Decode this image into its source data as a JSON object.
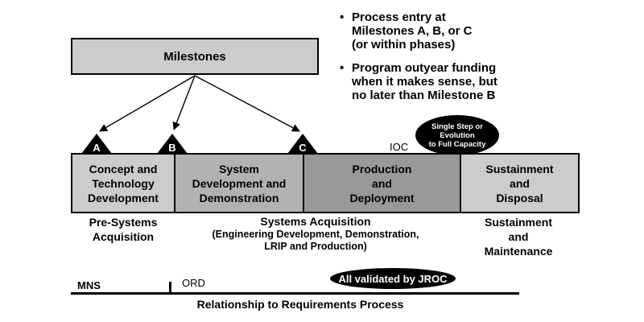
{
  "milestones": {
    "title": "Milestones"
  },
  "bullets": [
    {
      "marker": "•",
      "text": "Process entry at\nMilestones A, B, or C\n(or within phases)"
    },
    {
      "marker": "•",
      "text": "Program outyear funding\nwhen it makes sense, but\nno later than Milestone B"
    }
  ],
  "milestone_markers": [
    {
      "id": "A",
      "label": "A"
    },
    {
      "id": "B",
      "label": "B"
    },
    {
      "id": "C",
      "label": "C"
    }
  ],
  "ioc_label": "IOC",
  "capacity_note": "Single Step or\nEvolution\nto Full Capacity",
  "phases": [
    {
      "label": "Concept and\nTechnology\nDevelopment",
      "color": "#cccccc"
    },
    {
      "label": "System\nDevelopment and\nDemonstration",
      "color": "#b2b2b2"
    },
    {
      "label": "Production\nand\nDeployment",
      "color": "#999999"
    },
    {
      "label": "Sustainment\nand\nDisposal",
      "color": "#cccccc"
    }
  ],
  "groups": {
    "pre_systems": "Pre-Systems\nAcquisition",
    "systems_title": "Systems Acquisition",
    "systems_sub": "(Engineering Development, Demonstration,\nLRIP and Production)",
    "sustainment": "Sustainment\nand\nMaintenance"
  },
  "requirements": {
    "mns": "MNS",
    "ord": "ORD",
    "jroc": "All validated by JROC",
    "title": "Relationship to Requirements Process"
  }
}
